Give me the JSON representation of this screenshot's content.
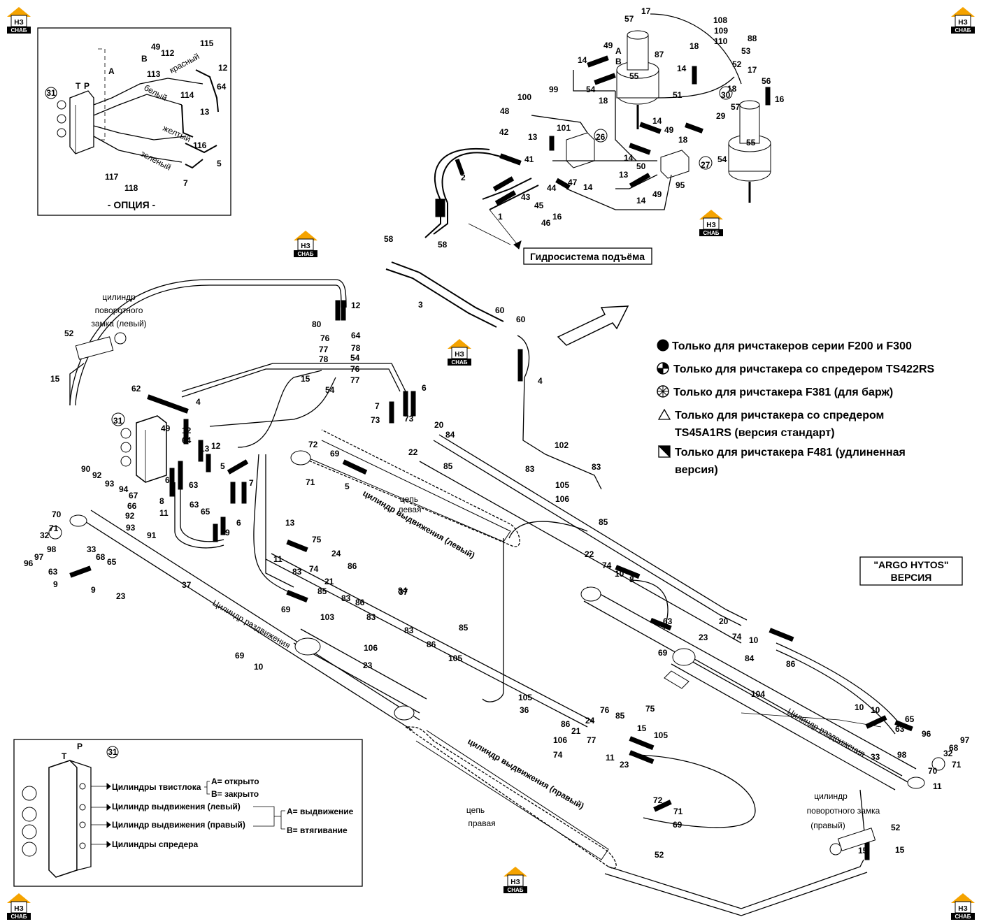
{
  "option_box": {
    "title": "- ОПЦИЯ -",
    "colors": [
      "красный",
      "белый",
      "желтый",
      "зеленый"
    ],
    "numbers": [
      "31",
      "49",
      "112",
      "115",
      "12",
      "113",
      "64",
      "114",
      "13",
      "116",
      "5",
      "117",
      "118",
      "7"
    ],
    "ports": [
      "A",
      "B",
      "T",
      "P"
    ]
  },
  "hoist_label": "Гидросистема подъёма",
  "argo": {
    "line1": "\"ARGO HYTOS\"",
    "line2": "ВЕРСИЯ"
  },
  "legend": [
    {
      "symbol": "filled-circle",
      "text": "Только для ричстакеров серии F200 и F300"
    },
    {
      "symbol": "half-circle",
      "text": "Только для ричстакера со спредером TS422RS"
    },
    {
      "symbol": "star-circle",
      "text": "Только для ричстакера F381 (для барж)"
    },
    {
      "symbol": "triangle",
      "text1": "Только для ричстакера со спредером",
      "text2": "TS45A1RS (версия стандарт)"
    },
    {
      "symbol": "half-square",
      "text1": "Только для ричстакера F481 (удлиненная",
      "text2": "версия)"
    }
  ],
  "valve_legend": {
    "twistlock": "Цилиндры твистлока",
    "open": "A= открыто",
    "closed": "B= закрыто",
    "ext_left": "Цилиндр выдвижения (левый)",
    "ext_right": "Цилиндр выдвижения (правый)",
    "extend": "A= выдвижение",
    "retract": "B= втягивание",
    "spreader": "Цилиндры спредера",
    "num": "31",
    "T": "T",
    "P": "P"
  },
  "parts": {
    "lock_left": [
      "цилиндр",
      "поворотного",
      "замка (левый)"
    ],
    "lock_right": [
      "цилиндр",
      "поворотного замка",
      "(правый)"
    ],
    "chain_left": [
      "цепь",
      "левая"
    ],
    "chain_right": [
      "цепь",
      "правая"
    ],
    "ext_cyl_left": "цилиндр выдвижения (левый)",
    "ext_cyl_right": "цилиндр выдвижения (правый)",
    "spread_cyl": "Цилиндр раздвижения"
  },
  "logo_text": "СНАБ",
  "logo_mark": "НЗ",
  "callouts": [
    {
      "t": "17"
    },
    {
      "t": "108"
    },
    {
      "t": "109"
    },
    {
      "t": "110"
    },
    {
      "t": "57"
    },
    {
      "t": "49"
    },
    {
      "t": "A"
    },
    {
      "t": "B"
    },
    {
      "t": "88"
    },
    {
      "t": "53"
    },
    {
      "t": "18"
    },
    {
      "t": "14"
    },
    {
      "t": "87"
    },
    {
      "t": "52"
    },
    {
      "t": "17"
    },
    {
      "t": "55"
    },
    {
      "t": "56"
    },
    {
      "t": "54"
    },
    {
      "t": "14"
    },
    {
      "t": "51"
    },
    {
      "t": "18"
    },
    {
      "t": "30"
    },
    {
      "t": "16"
    },
    {
      "t": "18"
    },
    {
      "t": "57"
    },
    {
      "t": "29"
    },
    {
      "t": "99"
    },
    {
      "t": "100"
    },
    {
      "t": "48"
    },
    {
      "t": "101"
    },
    {
      "t": "13"
    },
    {
      "t": "42"
    },
    {
      "t": "26"
    },
    {
      "t": "14"
    },
    {
      "t": "49"
    },
    {
      "t": "55"
    },
    {
      "t": "18"
    },
    {
      "t": "41"
    },
    {
      "t": "14"
    },
    {
      "t": "50"
    },
    {
      "t": "27"
    },
    {
      "t": "54"
    },
    {
      "t": "2"
    },
    {
      "t": "13"
    },
    {
      "t": "49"
    },
    {
      "t": "95"
    },
    {
      "t": "43"
    },
    {
      "t": "47"
    },
    {
      "t": "14"
    },
    {
      "t": "45"
    },
    {
      "t": "44"
    },
    {
      "t": "14"
    },
    {
      "t": "1"
    },
    {
      "t": "46"
    },
    {
      "t": "16"
    },
    {
      "t": "58"
    },
    {
      "t": "58"
    },
    {
      "t": "3"
    },
    {
      "t": "60"
    },
    {
      "t": "60"
    },
    {
      "t": "4"
    },
    {
      "t": "12"
    },
    {
      "t": "80"
    },
    {
      "t": "64"
    },
    {
      "t": "76"
    },
    {
      "t": "78"
    },
    {
      "t": "77"
    },
    {
      "t": "54"
    },
    {
      "t": "78"
    },
    {
      "t": "76"
    },
    {
      "t": "15"
    },
    {
      "t": "77"
    },
    {
      "t": "54"
    },
    {
      "t": "6"
    },
    {
      "t": "52"
    },
    {
      "t": "15"
    },
    {
      "t": "62"
    },
    {
      "t": "4"
    },
    {
      "t": "7"
    },
    {
      "t": "73"
    },
    {
      "t": "73"
    },
    {
      "t": "20"
    },
    {
      "t": "84"
    },
    {
      "t": "22"
    },
    {
      "t": "85"
    },
    {
      "t": "31"
    },
    {
      "t": "49"
    },
    {
      "t": "12"
    },
    {
      "t": "64"
    },
    {
      "t": "13"
    },
    {
      "t": "12"
    },
    {
      "t": "72"
    },
    {
      "t": "69"
    },
    {
      "t": "90"
    },
    {
      "t": "92"
    },
    {
      "t": "93"
    },
    {
      "t": "94"
    },
    {
      "t": "63"
    },
    {
      "t": "63"
    },
    {
      "t": "5"
    },
    {
      "t": "7"
    },
    {
      "t": "71"
    },
    {
      "t": "5"
    },
    {
      "t": "67"
    },
    {
      "t": "66"
    },
    {
      "t": "92"
    },
    {
      "t": "93"
    },
    {
      "t": "91"
    },
    {
      "t": "8"
    },
    {
      "t": "11"
    },
    {
      "t": "63"
    },
    {
      "t": "65"
    },
    {
      "t": "6"
    },
    {
      "t": "9"
    },
    {
      "t": "83"
    },
    {
      "t": "102"
    },
    {
      "t": "83"
    },
    {
      "t": "105"
    },
    {
      "t": "106"
    },
    {
      "t": "70"
    },
    {
      "t": "71"
    },
    {
      "t": "32"
    },
    {
      "t": "98"
    },
    {
      "t": "33"
    },
    {
      "t": "68"
    },
    {
      "t": "97"
    },
    {
      "t": "96"
    },
    {
      "t": "65"
    },
    {
      "t": "63"
    },
    {
      "t": "9"
    },
    {
      "t": "9"
    },
    {
      "t": "23"
    },
    {
      "t": "37"
    },
    {
      "t": "13"
    },
    {
      "t": "75"
    },
    {
      "t": "11"
    },
    {
      "t": "24"
    },
    {
      "t": "86"
    },
    {
      "t": "74"
    },
    {
      "t": "83"
    },
    {
      "t": "21"
    },
    {
      "t": "85"
    },
    {
      "t": "83"
    },
    {
      "t": "86"
    },
    {
      "t": "84"
    },
    {
      "t": "85"
    },
    {
      "t": "22"
    },
    {
      "t": "74"
    },
    {
      "t": "10"
    },
    {
      "t": "8"
    },
    {
      "t": "69"
    },
    {
      "t": "103"
    },
    {
      "t": "83"
    },
    {
      "t": "83"
    },
    {
      "t": "86"
    },
    {
      "t": "85"
    },
    {
      "t": "105"
    },
    {
      "t": "106"
    },
    {
      "t": "23"
    },
    {
      "t": "69"
    },
    {
      "t": "10"
    },
    {
      "t": "63"
    },
    {
      "t": "69"
    },
    {
      "t": "23"
    },
    {
      "t": "84"
    },
    {
      "t": "20"
    },
    {
      "t": "74"
    },
    {
      "t": "10"
    },
    {
      "t": "86"
    },
    {
      "t": "37"
    },
    {
      "t": "104"
    },
    {
      "t": "105"
    },
    {
      "t": "36"
    },
    {
      "t": "86"
    },
    {
      "t": "24"
    },
    {
      "t": "76"
    },
    {
      "t": "75"
    },
    {
      "t": "85"
    },
    {
      "t": "21"
    },
    {
      "t": "77"
    },
    {
      "t": "15"
    },
    {
      "t": "105"
    },
    {
      "t": "106"
    },
    {
      "t": "74"
    },
    {
      "t": "11"
    },
    {
      "t": "23"
    },
    {
      "t": "10"
    },
    {
      "t": "10"
    },
    {
      "t": "65"
    },
    {
      "t": "63"
    },
    {
      "t": "96"
    },
    {
      "t": "97"
    },
    {
      "t": "68"
    },
    {
      "t": "33"
    },
    {
      "t": "98"
    },
    {
      "t": "32"
    },
    {
      "t": "71"
    },
    {
      "t": "70"
    },
    {
      "t": "11"
    },
    {
      "t": "72"
    },
    {
      "t": "71"
    },
    {
      "t": "69"
    },
    {
      "t": "52"
    },
    {
      "t": "52"
    },
    {
      "t": "15"
    },
    {
      "t": "15"
    }
  ]
}
